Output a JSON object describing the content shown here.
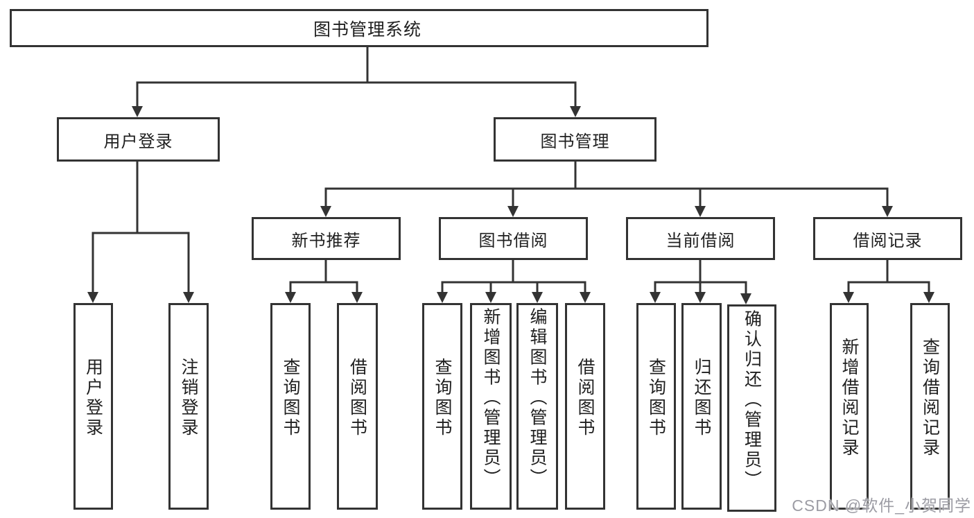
{
  "diagram": {
    "type": "hierarchy-tree",
    "title": "图书管理系统",
    "nodes": {
      "root": {
        "label": "图书管理系统",
        "parent": null
      },
      "user_login": {
        "label": "用户登录",
        "parent": "root"
      },
      "book_mgmt": {
        "label": "图书管理",
        "parent": "root"
      },
      "new_book_rec": {
        "label": "新书推荐",
        "parent": "book_mgmt"
      },
      "book_borrow": {
        "label": "图书借阅",
        "parent": "book_mgmt"
      },
      "current_borrow": {
        "label": "当前借阅",
        "parent": "book_mgmt"
      },
      "borrow_records": {
        "label": "借阅记录",
        "parent": "book_mgmt"
      },
      "user_login_leaf": {
        "label": "用户登录",
        "parent": "user_login"
      },
      "logout_leaf": {
        "label": "注销登录",
        "parent": "user_login"
      },
      "query_books_rec": {
        "label": "查询图书",
        "parent": "new_book_rec"
      },
      "borrow_books_rec": {
        "label": "借阅图书",
        "parent": "new_book_rec"
      },
      "query_books_borrow": {
        "label": "查询图书",
        "parent": "book_borrow"
      },
      "add_books": {
        "label": "新增图书（管理员）",
        "parent": "book_borrow"
      },
      "edit_books": {
        "label": "编辑图书（管理员）",
        "parent": "book_borrow"
      },
      "borrow_books_borrow": {
        "label": "借阅图书",
        "parent": "book_borrow"
      },
      "query_books_current": {
        "label": "查询图书",
        "parent": "current_borrow"
      },
      "return_books": {
        "label": "归还图书",
        "parent": "current_borrow"
      },
      "confirm_return": {
        "label": "确认归还（管理员）",
        "parent": "current_borrow"
      },
      "add_borrow_record": {
        "label": "新增借阅记录",
        "parent": "borrow_records"
      },
      "query_borrow_record": {
        "label": "查询借阅记录",
        "parent": "borrow_records"
      }
    },
    "watermark": "CSDN @软件_小贺同学",
    "colors": {
      "line": "#333333",
      "box_border": "#333333",
      "text": "#1f1f1f",
      "watermark": "#9c9ca4",
      "background": "#ffffff"
    }
  }
}
